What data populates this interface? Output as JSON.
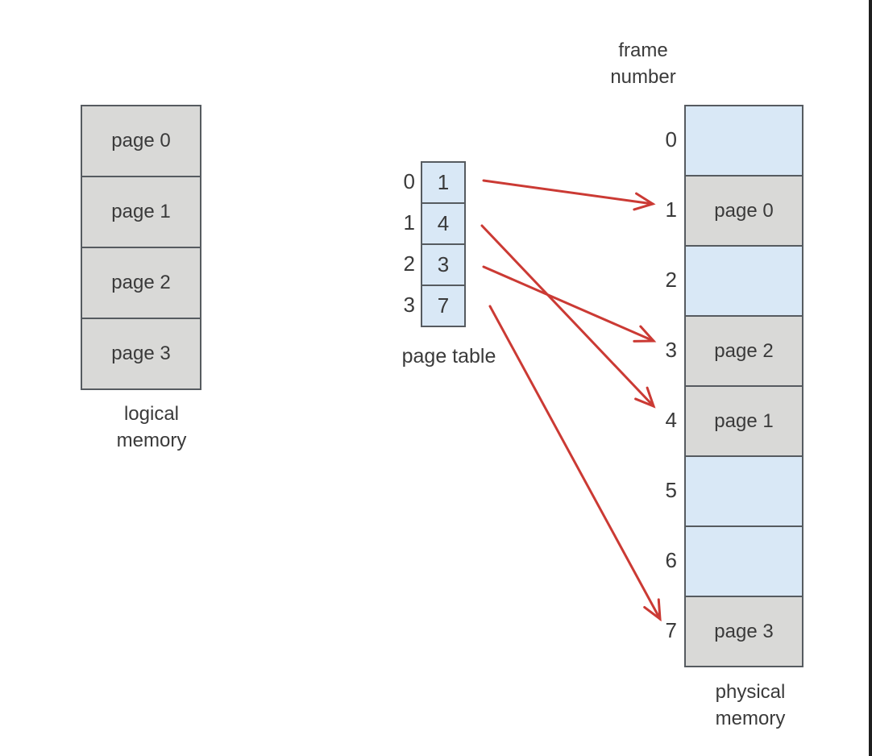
{
  "diagram": {
    "title_semantic": "paging: logical memory mapped through page table to physical memory frames",
    "logical_memory": {
      "caption_line1": "logical",
      "caption_line2": "memory",
      "pages": [
        "page 0",
        "page 1",
        "page 2",
        "page 3"
      ]
    },
    "page_table": {
      "caption": "page table",
      "entries": [
        {
          "index": "0",
          "frame": "1"
        },
        {
          "index": "1",
          "frame": "4"
        },
        {
          "index": "2",
          "frame": "3"
        },
        {
          "index": "3",
          "frame": "7"
        }
      ]
    },
    "physical_memory": {
      "header_line1": "frame",
      "header_line2": "number",
      "caption_line1": "physical",
      "caption_line2": "memory",
      "frames": [
        {
          "number": "0",
          "label": "",
          "state": "empty"
        },
        {
          "number": "1",
          "label": "page 0",
          "state": "occupied"
        },
        {
          "number": "2",
          "label": "",
          "state": "empty"
        },
        {
          "number": "3",
          "label": "page 2",
          "state": "occupied"
        },
        {
          "number": "4",
          "label": "page 1",
          "state": "occupied"
        },
        {
          "number": "5",
          "label": "",
          "state": "empty"
        },
        {
          "number": "6",
          "label": "",
          "state": "empty"
        },
        {
          "number": "7",
          "label": "page 3",
          "state": "occupied"
        }
      ]
    },
    "arrows": [
      {
        "from": "page table entry 0",
        "to": "frame 1"
      },
      {
        "from": "page table entry 1",
        "to": "frame 4"
      },
      {
        "from": "page table entry 2",
        "to": "frame 3"
      },
      {
        "from": "page table entry 3",
        "to": "frame 7"
      }
    ],
    "colors": {
      "occupied_fill": "#d9d9d7",
      "empty_fill": "#d9e8f6",
      "cell_border": "#565b60",
      "arrow": "#cb3a34",
      "text": "#3a3a3a",
      "background": "#ffffff"
    }
  }
}
